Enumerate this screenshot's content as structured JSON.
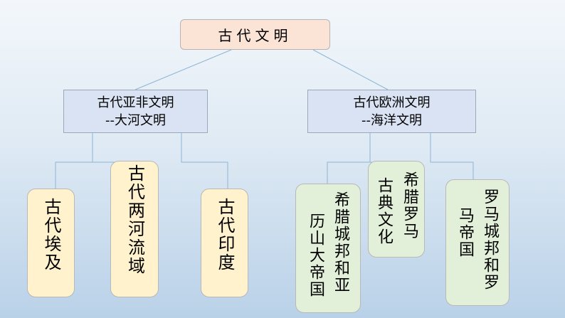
{
  "diagram": {
    "root": {
      "label": "古代文明"
    },
    "asia_africa": {
      "line1": "古代亚非文明",
      "line2": "--大河文明",
      "children": [
        {
          "label": "古代埃及"
        },
        {
          "label": "古代两河流域"
        },
        {
          "label": "古代印度"
        }
      ]
    },
    "europe": {
      "line1": "古代欧洲文明",
      "line2": "--海洋文明",
      "children": [
        {
          "col1": "希腊城邦和亚",
          "col2": "历山大帝国"
        },
        {
          "col1": "希腊罗马",
          "col2": "古典文化"
        },
        {
          "col1": "罗马城邦和罗",
          "col2": "马帝国"
        }
      ]
    }
  },
  "colors": {
    "root_fill": "#fbe3d6",
    "category_fill": "#dae3f3",
    "asia_leaf_fill": "#fff2cc",
    "europe_leaf_fill": "#e2f0d9",
    "connector": "#8eb4d6"
  }
}
